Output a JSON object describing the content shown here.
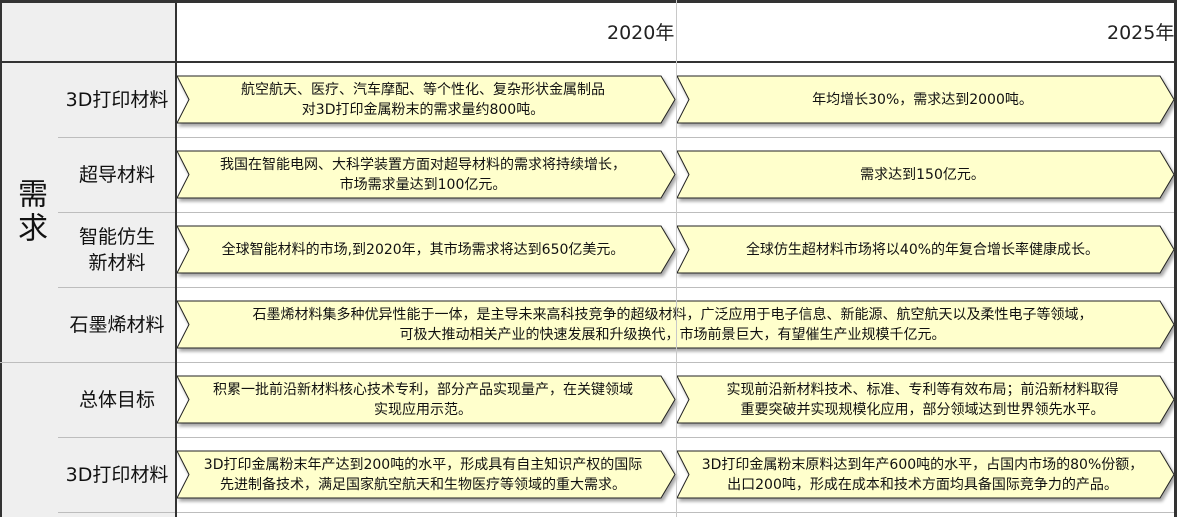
{
  "header": {
    "year_2020": "2020年",
    "year_2025": "2025年"
  },
  "categories": [
    {
      "label": "需求"
    }
  ],
  "rows": [
    {
      "label": "3D打印材料",
      "y2020": "航空航天、医疗、汽车摩配、等个性化、复杂形状金属制品\n对3D打印金属粉末的需求量约800吨。",
      "y2025": "年均增长30%，需求达到2000吨。"
    },
    {
      "label": "超导材料",
      "y2020": "我国在智能电网、大科学装置方面对超导材料的需求将持续增长，\n市场需求量达到100亿元。",
      "y2025": "需求达到150亿元。"
    },
    {
      "label": "智能仿生\n新材料",
      "y2020": "全球智能材料的市场,到2020年，其市场需求将达到650亿美元。",
      "y2025": "全球仿生超材料市场将以40%的年复合增长率健康成长。"
    },
    {
      "label": "石墨烯材料",
      "span": "石墨烯材料集多种优异性能于一体，是主导未来高科技竞争的超级材料，广泛应用于电子信息、新能源、航空航天以及柔性电子等领域，\n可极大推动相关产业的快速发展和升级换代，市场前景巨大，有望催生产业规模千亿元。"
    },
    {
      "label": "总体目标",
      "y2020": "积累一批前沿新材料核心技术专利，部分产品实现量产，在关键领域\n实现应用示范。",
      "y2025": "实现前沿新材料技术、标准、专利等有效布局；前沿新材料取得\n重要突破并实现规模化应用，部分领域达到世界领先水平。"
    },
    {
      "label": "3D打印材料",
      "y2020": "3D打印金属粉末年产达到200吨的水平，形成具有自主知识产权的国际\n先进制备技术，满足国家航空航天和生物医疗等领域的重大需求。",
      "y2025": "3D打印金属粉末原料达到年产600吨的水平，占国内市场的80%份额，\n出口200吨，形成在成本和技术方面均具备国际竞争力的产品。"
    }
  ],
  "colors": {
    "arrow_fill": "#ffffcc",
    "arrow_stroke": "#222222",
    "label_bg": "#efefef",
    "frame": "#333333"
  }
}
